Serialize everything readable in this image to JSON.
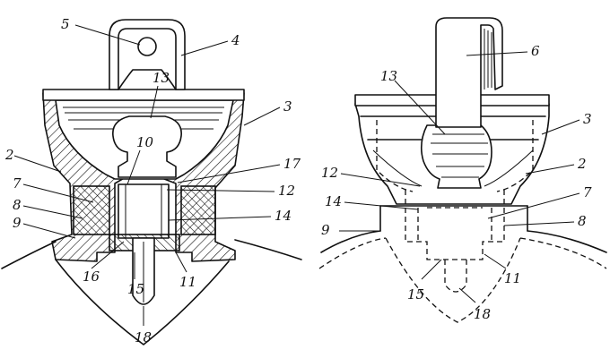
{
  "left_figure": {
    "labels": [
      "5",
      "4",
      "13",
      "3",
      "2",
      "10",
      "17",
      "7",
      "12",
      "8",
      "14",
      "9",
      "16",
      "15",
      "11",
      "18"
    ]
  },
  "right_figure": {
    "labels": [
      "6",
      "13",
      "3",
      "12",
      "2",
      "14",
      "7",
      "9",
      "8",
      "11",
      "15",
      "18"
    ]
  }
}
